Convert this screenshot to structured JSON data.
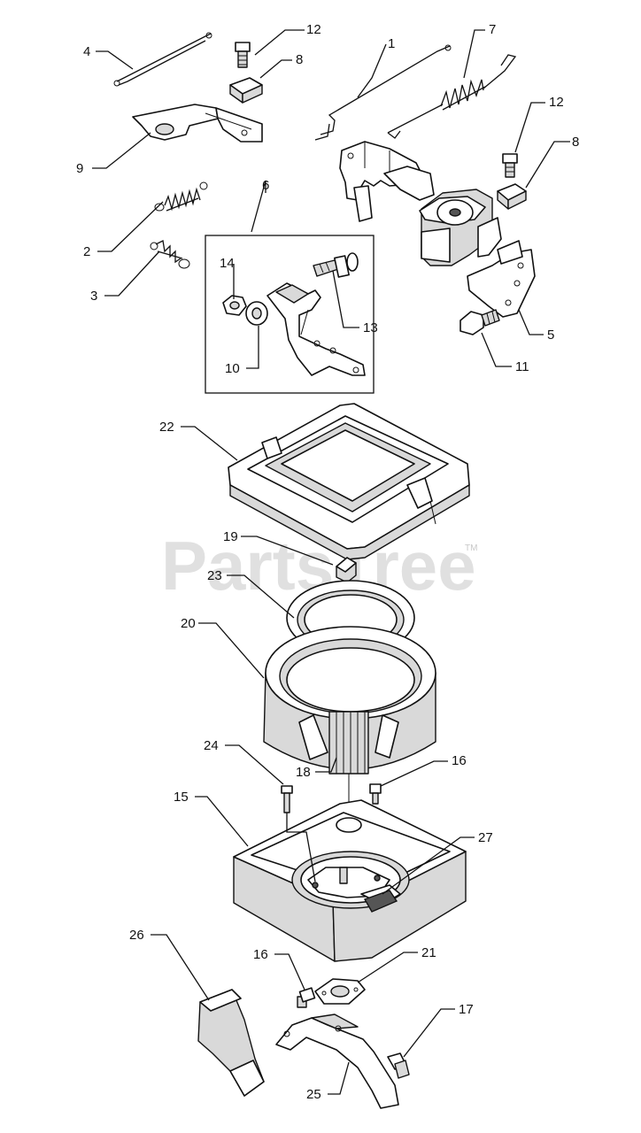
{
  "watermark": {
    "text": "PartsTree",
    "trademark": "TM"
  },
  "callouts": [
    "1",
    "2",
    "3",
    "4",
    "5",
    "6",
    "7",
    "8",
    "8",
    "9",
    "10",
    "11",
    "12",
    "12",
    "13",
    "14",
    "15",
    "16",
    "16",
    "17",
    "18",
    "19",
    "20",
    "21",
    "22",
    "23",
    "24",
    "25",
    "26",
    "27"
  ]
}
